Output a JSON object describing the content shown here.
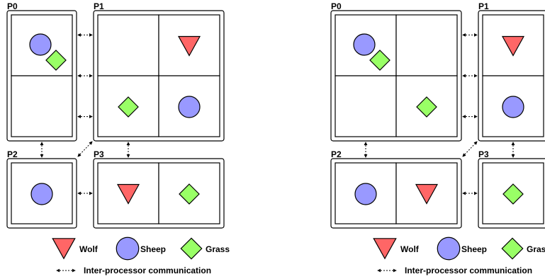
{
  "colors": {
    "wolf": "#ff6666",
    "sheep": "#9999ff",
    "grass": "#99ff66",
    "stroke": "#000000"
  },
  "legend": {
    "wolf": "Wolf",
    "sheep": "Sheep",
    "grass": "Grass",
    "communication": "Inter-processor communication"
  },
  "panels": [
    {
      "processors": [
        {
          "label": "P0",
          "cols": 1,
          "rows": 2,
          "cells": [
            [
              "sheep",
              "grass"
            ],
            []
          ]
        },
        {
          "label": "P1",
          "cols": 2,
          "rows": 2,
          "cells": [
            [],
            [
              "wolf"
            ],
            [
              "grass"
            ],
            [
              "sheep"
            ]
          ]
        },
        {
          "label": "P2",
          "cols": 1,
          "rows": 1,
          "cells": [
            [
              "sheep"
            ]
          ]
        },
        {
          "label": "P3",
          "cols": 2,
          "rows": 1,
          "cells": [
            [
              "wolf"
            ],
            [
              "grass"
            ]
          ]
        }
      ]
    },
    {
      "processors": [
        {
          "label": "P0",
          "cols": 2,
          "rows": 2,
          "cells": [
            [
              "sheep",
              "grass"
            ],
            [],
            [],
            [
              "grass"
            ]
          ]
        },
        {
          "label": "P1",
          "cols": 1,
          "rows": 2,
          "cells": [
            [
              "wolf"
            ],
            [
              "sheep"
            ]
          ]
        },
        {
          "label": "P2",
          "cols": 2,
          "rows": 1,
          "cells": [
            [
              "sheep"
            ],
            [
              "wolf"
            ]
          ]
        },
        {
          "label": "P3",
          "cols": 1,
          "rows": 1,
          "cells": [
            [
              "grass"
            ]
          ]
        }
      ]
    }
  ]
}
